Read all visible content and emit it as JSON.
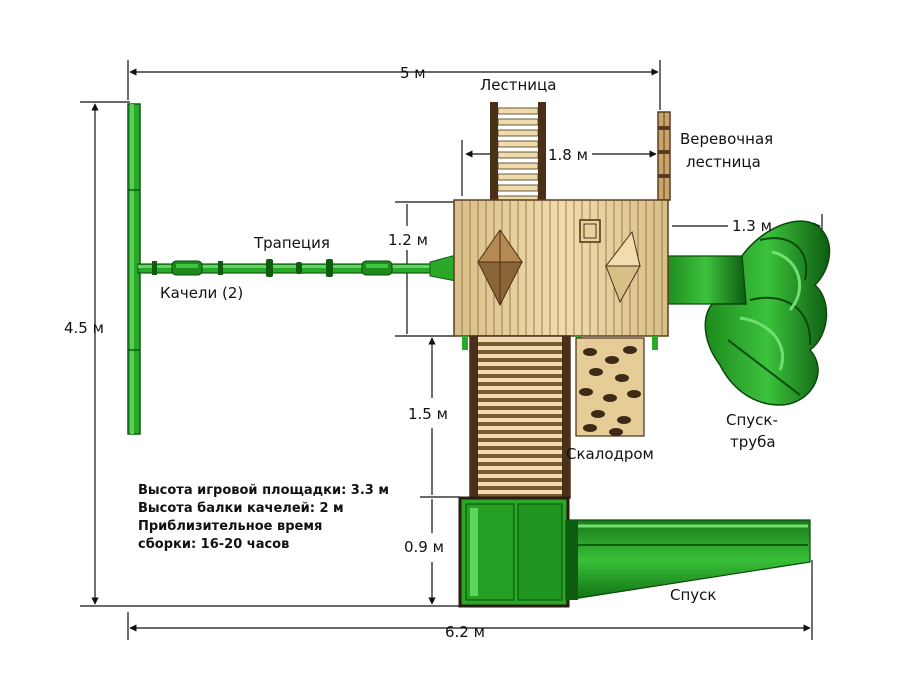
{
  "dimensions": {
    "overall_width_top": "5 м",
    "overall_width_bottom": "6.2 м",
    "overall_depth": "4.5 м",
    "ladder_gap": "1.8 м",
    "deck_depth": "1.2 м",
    "tube_slide_offset": "1.3 м",
    "ramp_length": "1.5 м",
    "slide_tower_depth": "0.9 м"
  },
  "labels": {
    "ladder": "Лестница",
    "rope_ladder_line1": "Веревочная",
    "rope_ladder_line2": "лестница",
    "trapeze": "Трапеция",
    "swings": "Качели (2)",
    "tube_slide_line1": "Спуск-",
    "tube_slide_line2": "труба",
    "climbing_wall": "Скалодром",
    "slide": "Спуск"
  },
  "specs": {
    "line1": "Высота игровой площадки:  3.3 м",
    "line2": "Высота балки качелей: 2 м",
    "line3": "Приблизительное время",
    "line4": "сборки: 16-20 часов"
  },
  "colors": {
    "green_light": "#2fb12f",
    "green_dark": "#0f6a12",
    "wood": "#e8d3a0",
    "wood_dark": "#5a3d20",
    "line": "#111111"
  }
}
